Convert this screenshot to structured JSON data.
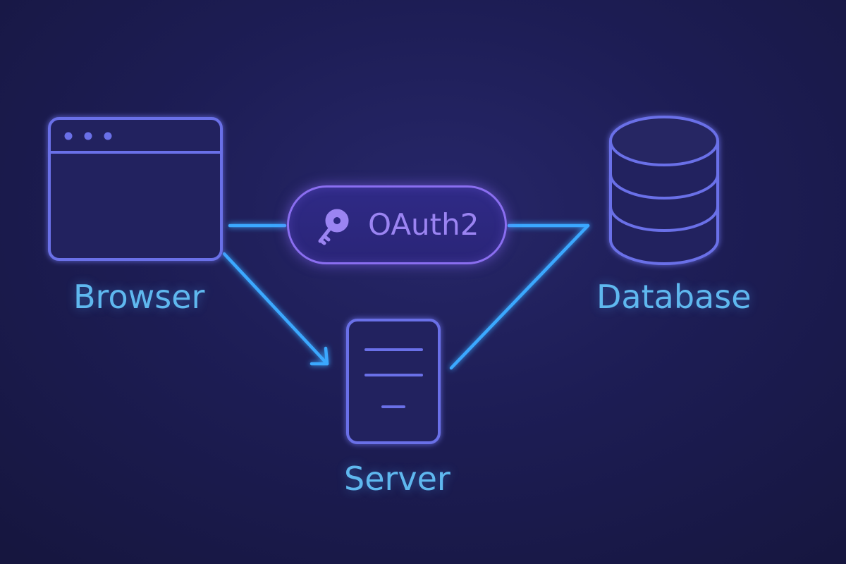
{
  "diagram": {
    "nodes": {
      "browser": {
        "label": "Browser",
        "icon": "browser-window-icon"
      },
      "server": {
        "label": "Server",
        "icon": "server-icon"
      },
      "database": {
        "label": "Database",
        "icon": "database-icon"
      }
    },
    "auth": {
      "label": "OAuth2",
      "icon": "key-icon"
    },
    "colors": {
      "background": "#1d1d55",
      "icon_stroke": "#6a6fe8",
      "connector": "#3aa8ff",
      "label": "#5fb8ef",
      "auth_accent": "#9b84f2"
    }
  }
}
